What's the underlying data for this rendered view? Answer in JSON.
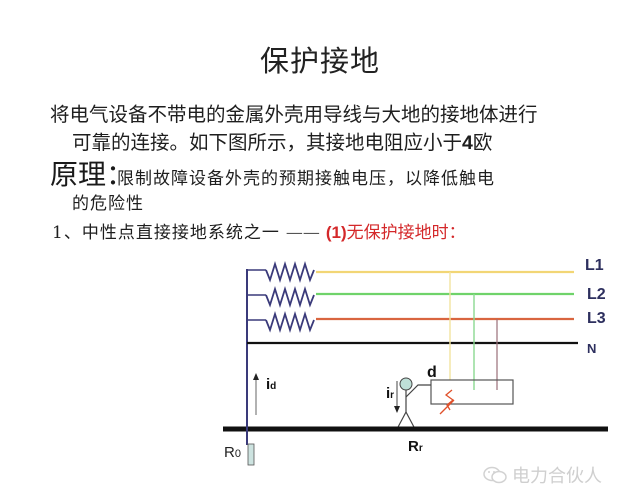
{
  "slide": {
    "title": "保护接地",
    "definition_line1": "将电气设备不带电的金属外壳用导线与大地的接地体进行",
    "definition_line2_prefix": "可靠的连接。如下图所示，其接地电阻应小于",
    "definition_line2_value": "4",
    "definition_line2_unit": "欧",
    "principle_heading": "原理：",
    "principle_text_line1": "限制故障设备外壳的预期接触电压，以降低触电",
    "principle_text_line2": "的危险性",
    "section_label": "1、中性点直接接地系统之一",
    "section_dash": "——",
    "section_case_number": "(1)",
    "section_case_text": "无保护接地时："
  },
  "diagram": {
    "lines": [
      {
        "label": "L1",
        "color": "#f2d675"
      },
      {
        "label": "L2",
        "color": "#6fd36a"
      },
      {
        "label": "L3",
        "color": "#d9653f"
      },
      {
        "label": "N",
        "color": "#111111"
      }
    ],
    "bus_color": "#3a3a7a",
    "ground_color": "#111111",
    "current_id_label": "i",
    "current_id_sub": "d",
    "current_ir_label": "i",
    "current_ir_sub": "r",
    "fault_point_label": "d",
    "body_resistance_label": "R",
    "body_resistance_sub": "r",
    "ground_resistance_label": "R",
    "ground_resistance_sub": "0",
    "fault_color": "#e0502a",
    "electrode_color": "#cde3e0",
    "person_head_color": "#bfe0d8"
  },
  "watermark": {
    "icon": "wechat-icon",
    "text": "电力合伙人"
  }
}
